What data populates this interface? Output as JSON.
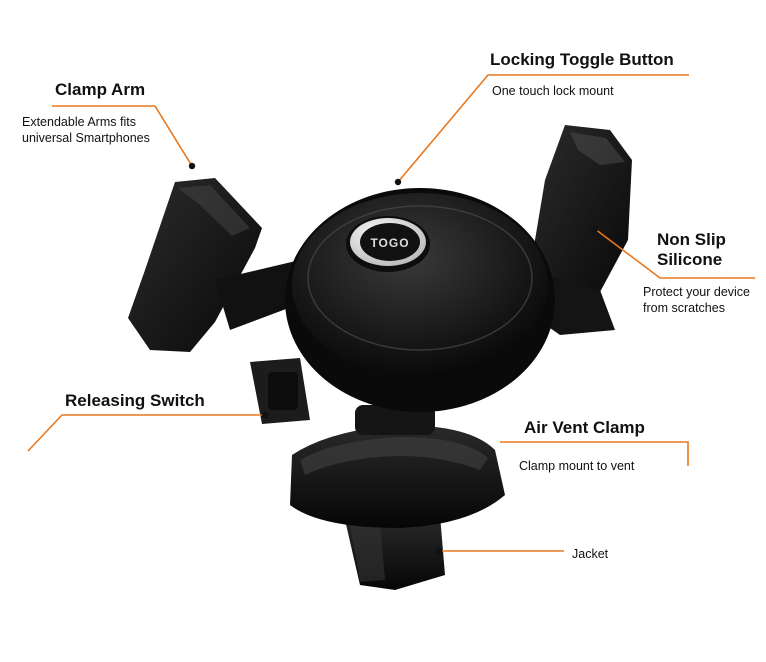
{
  "accent_color": "#e8781e",
  "brand_badge": "TOGO",
  "callouts": {
    "clamp_arm": {
      "title": "Clamp Arm",
      "desc": "Extendable Arms fits\nuniversal Smartphones"
    },
    "locking_toggle": {
      "title": "Locking Toggle Button",
      "desc": "One touch lock mount"
    },
    "non_slip": {
      "title": "Non Slip\nSilicone",
      "desc": "Protect your device\nfrom scratches"
    },
    "releasing_switch": {
      "title": "Releasing Switch"
    },
    "air_vent_clamp": {
      "title": "Air Vent Clamp",
      "desc": "Clamp mount to vent"
    },
    "jacket": {
      "desc": "Jacket"
    }
  }
}
